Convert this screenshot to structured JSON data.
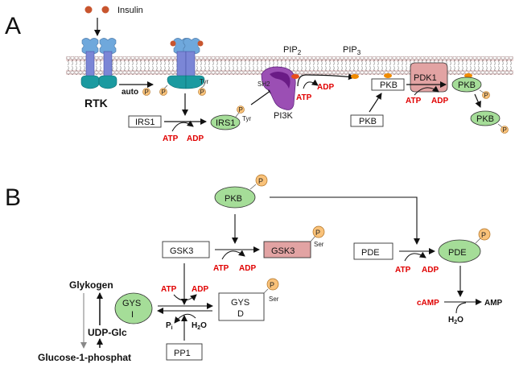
{
  "panels": {
    "a": {
      "label": "A",
      "insulin": "Insulin",
      "rtk": "RTK",
      "auto": "auto",
      "p": "P",
      "tyr": "Tyr",
      "irs1_box": "IRS1",
      "irs1_oval": "IRS1",
      "atp": "ATP",
      "adp": "ADP",
      "sh2": "SH2",
      "pi3k": "PI3K",
      "pip2": "PIP",
      "pip2_sub": "2",
      "pip3": "PIP",
      "pip3_sub": "3",
      "pkb_box_mem": "PKB",
      "pkb_box_cyto": "PKB",
      "pdk1": "PDK1",
      "pkb_oval_mem": "PKB",
      "pkb_oval_free": "PKB"
    },
    "b": {
      "label": "B",
      "pkb": "PKB",
      "gsk3": "GSK3",
      "gsk3_p": "GSK3",
      "ser": "Ser",
      "pde": "PDE",
      "pde_p": "PDE",
      "atp": "ATP",
      "adp": "ADP",
      "camp": "cAMP",
      "amp": "AMP",
      "h2o_h": "H",
      "h2o_sub": "2",
      "h2o_o": "O",
      "glykogen": "Glykogen",
      "udp_glc": "UDP-Glc",
      "glucose1p": "Glucose-1-phosphat",
      "gys_i_top": "GYS",
      "gys_i_bottom": "I",
      "gys_d_top": "GYS",
      "gys_d_bottom": "D",
      "pi": "P",
      "pi_sub": "i",
      "pp1": "PP1",
      "p": "P"
    }
  },
  "colors": {
    "membrane_head": "#f2dede",
    "receptor_top": "#6fa8dc",
    "receptor_body": "#7b86d6",
    "receptor_kinase": "#1b9aa0",
    "insulin": "#c8552e",
    "phospho": "#f9c27a",
    "green_oval": "#a5dd98",
    "pink": "#e2a3a3",
    "pi3k": "#9b4fb4",
    "pi3k_dark": "#6a1b86",
    "lipid_head": "#f08a00",
    "red_label": "#e00000"
  }
}
